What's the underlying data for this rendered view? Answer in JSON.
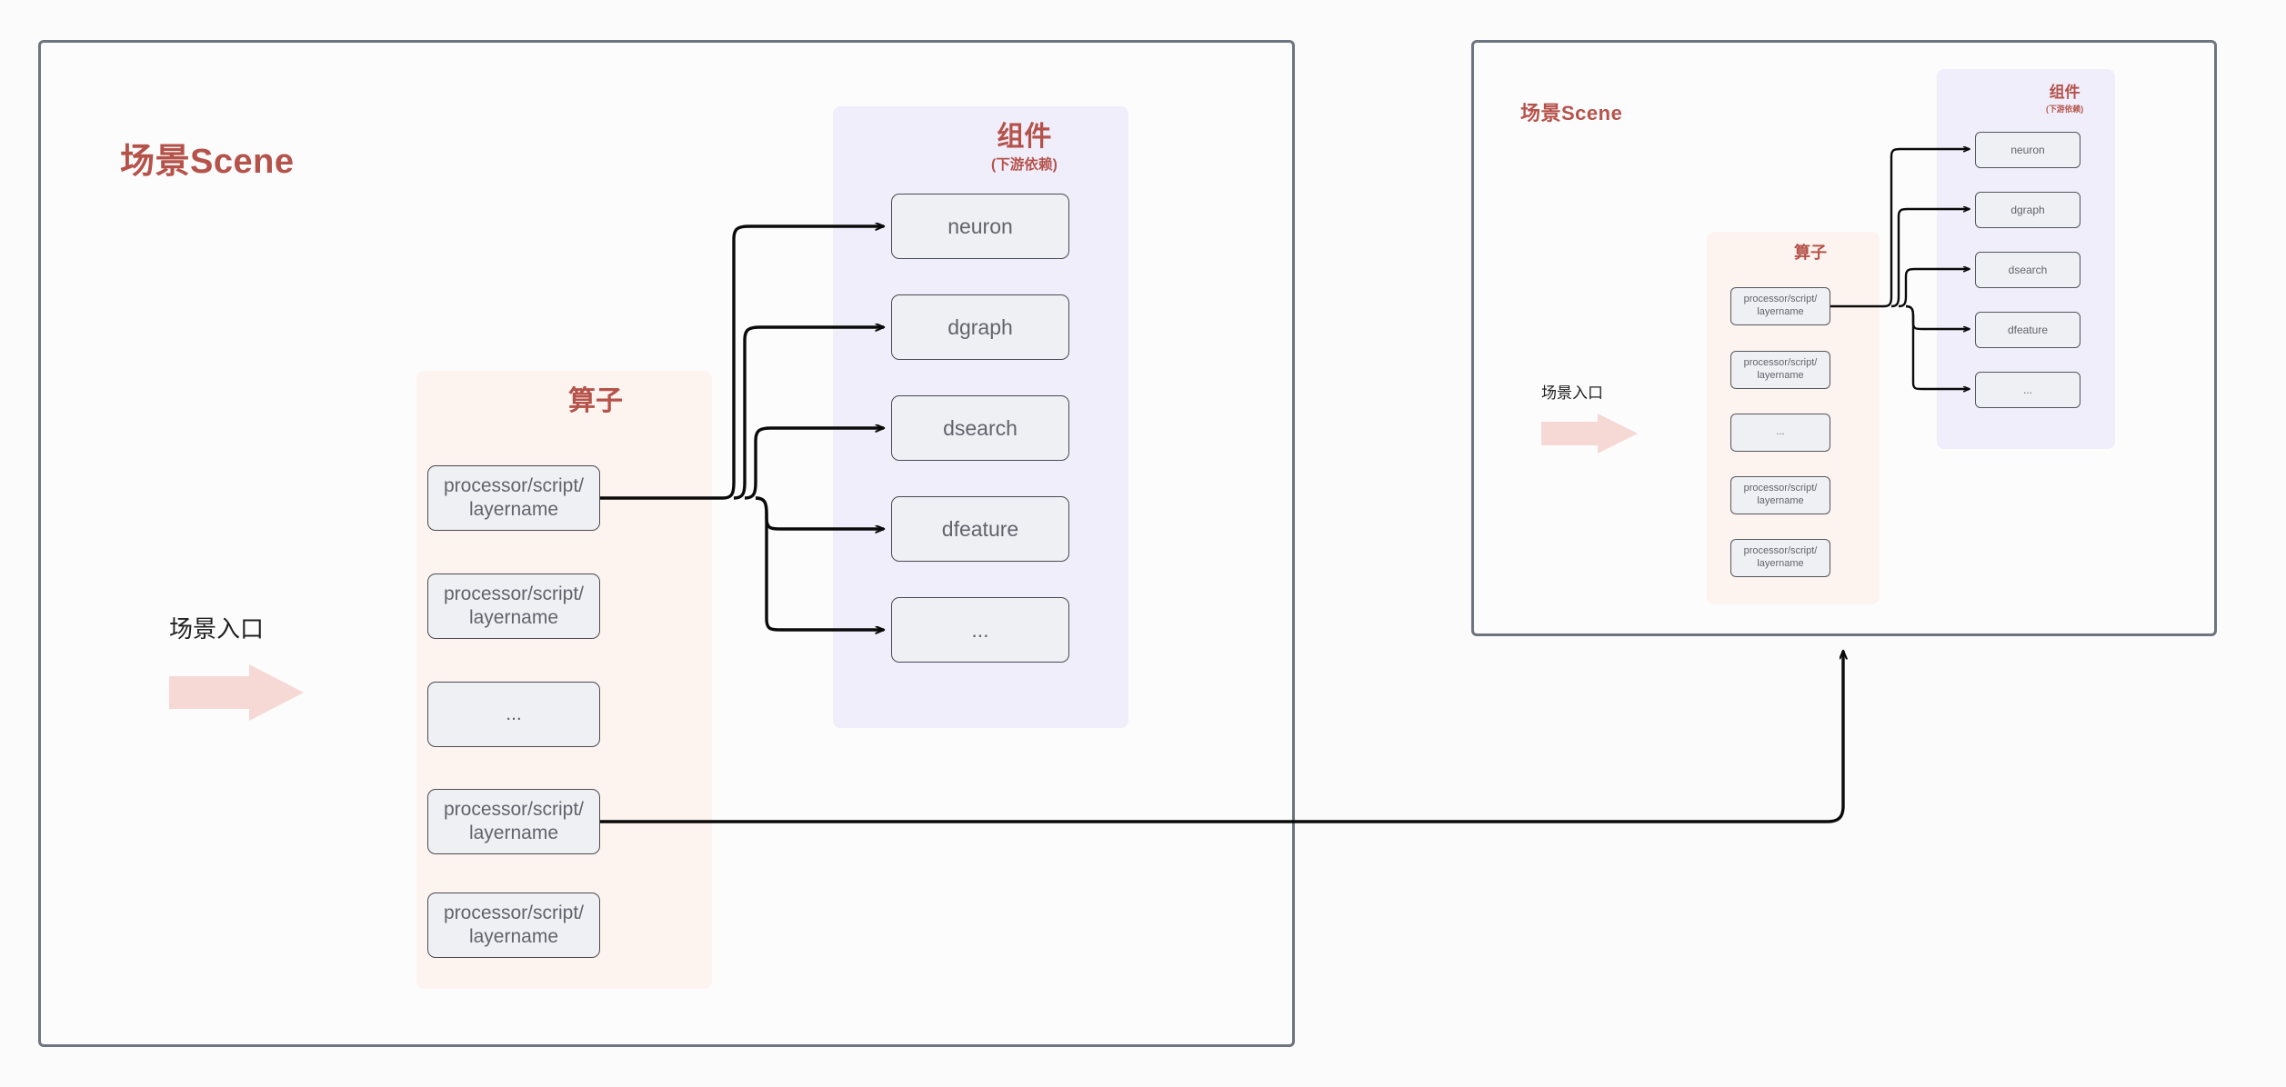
{
  "meta": {
    "diagram_title": "scene-operator-component-dependency-diagram",
    "colors": {
      "accent_red": "#b5534b",
      "panel_border": "#6e7480",
      "operator_group_bg": "#fdf4ef",
      "component_group_bg": "#f0eefb",
      "node_bg": "#eff0f3",
      "node_border": "#4a4a52",
      "node_text": "#63636c",
      "entry_arrow": "#f6d9d5",
      "page_bg": "#fbfbfc",
      "edge_stroke": "#0a0a0a"
    }
  },
  "scene_left": {
    "title": "场景Scene",
    "entry": {
      "label": "场景入口",
      "icon": "right-arrow-icon"
    },
    "operator_group": {
      "title": "算子",
      "nodes": [
        {
          "label": "processor/script/\nlayername"
        },
        {
          "label": "processor/script/\nlayername"
        },
        {
          "label": "..."
        },
        {
          "label": "processor/script/\nlayername"
        },
        {
          "label": "processor/script/\nlayername"
        }
      ]
    },
    "component_group": {
      "title": "组件",
      "subtitle": "(下游依赖)",
      "nodes": [
        {
          "label": "neuron"
        },
        {
          "label": "dgraph"
        },
        {
          "label": "dsearch"
        },
        {
          "label": "dfeature"
        },
        {
          "label": "..."
        }
      ]
    }
  },
  "scene_right": {
    "title": "场景Scene",
    "entry": {
      "label": "场景入口",
      "icon": "right-arrow-icon"
    },
    "operator_group": {
      "title": "算子",
      "nodes": [
        {
          "label": "processor/script/\nlayername"
        },
        {
          "label": "processor/script/\nlayername"
        },
        {
          "label": "..."
        },
        {
          "label": "processor/script/\nlayername"
        },
        {
          "label": "processor/script/\nlayername"
        }
      ]
    },
    "component_group": {
      "title": "组件",
      "subtitle": "(下游依赖)",
      "nodes": [
        {
          "label": "neuron"
        },
        {
          "label": "dgraph"
        },
        {
          "label": "dsearch"
        },
        {
          "label": "dfeature"
        },
        {
          "label": "..."
        }
      ]
    }
  },
  "edges": {
    "left_fanout_from": "scene_left.operator_group.nodes.0",
    "left_fanout_to": [
      "scene_left.component_group.nodes.0",
      "scene_left.component_group.nodes.1",
      "scene_left.component_group.nodes.2",
      "scene_left.component_group.nodes.3",
      "scene_left.component_group.nodes.4"
    ],
    "right_fanout_from": "scene_right.operator_group.nodes.0",
    "right_fanout_to": [
      "scene_right.component_group.nodes.0",
      "scene_right.component_group.nodes.1",
      "scene_right.component_group.nodes.2",
      "scene_right.component_group.nodes.3",
      "scene_right.component_group.nodes.4"
    ],
    "cross_scene_from": "scene_left.operator_group.nodes.3",
    "cross_scene_to": "scene_right"
  }
}
